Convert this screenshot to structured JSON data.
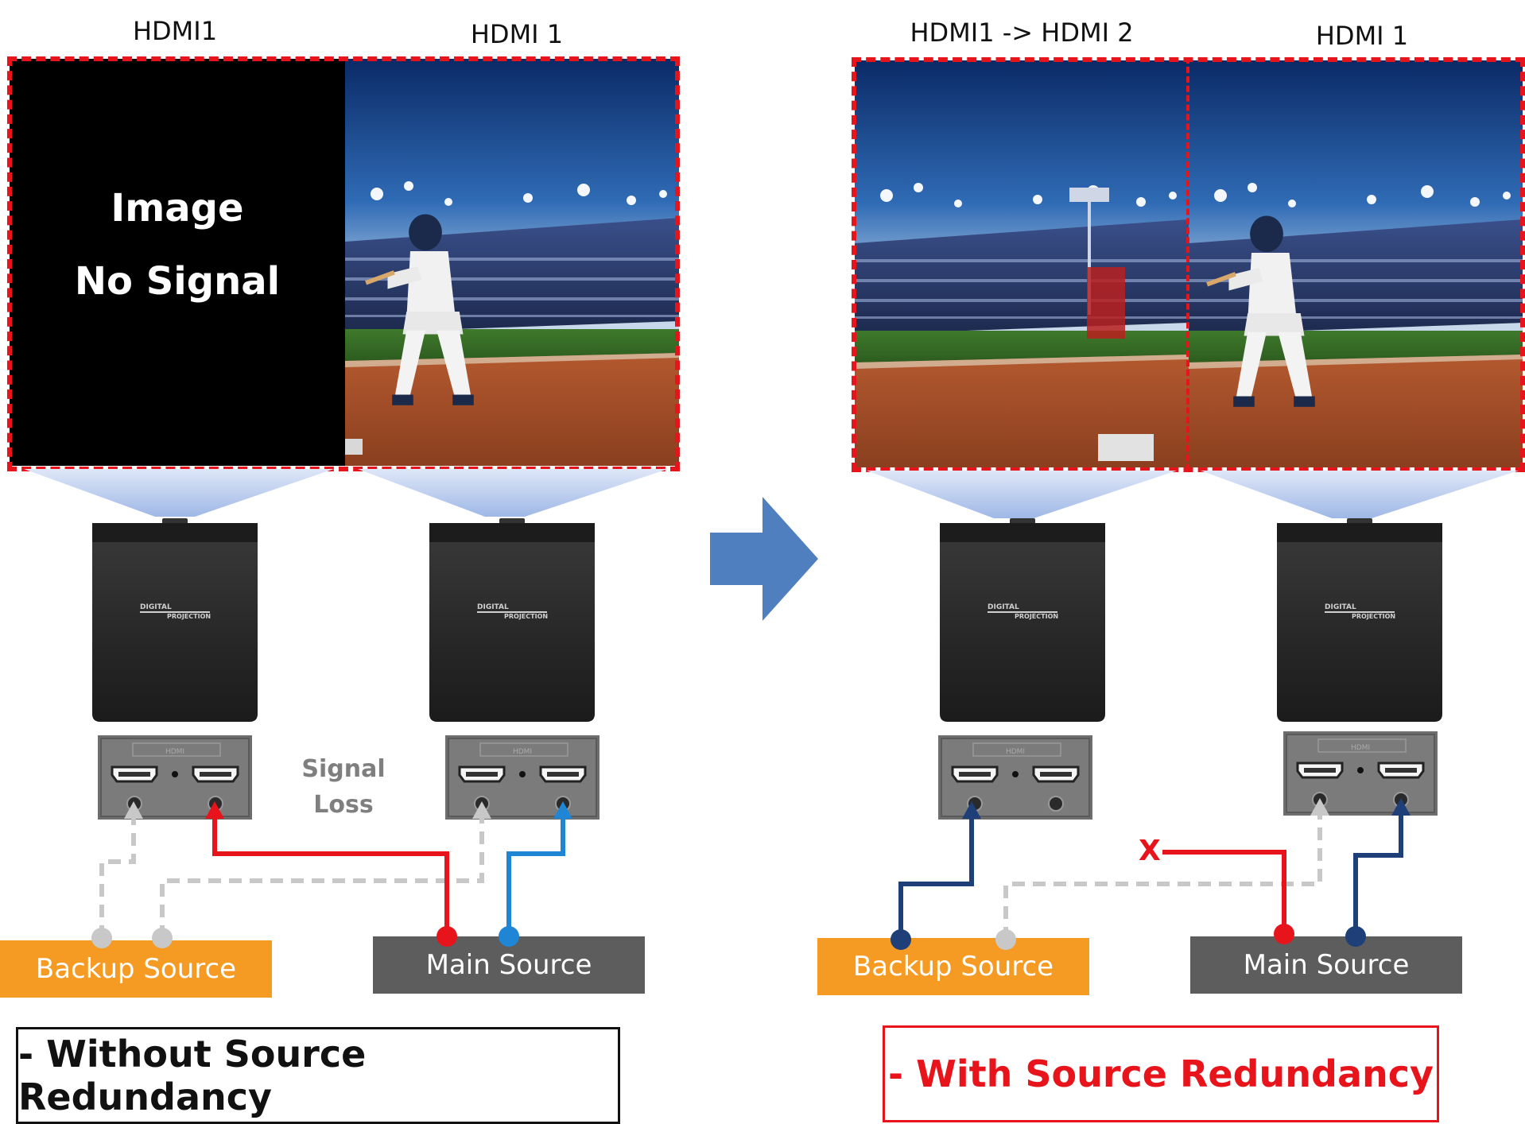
{
  "left": {
    "labels": {
      "screen_a": "HDMI1",
      "screen_b": "HDMI 1"
    },
    "no_signal": {
      "line1": "Image",
      "line2": "No Signal"
    },
    "signal_loss": {
      "line1": "Signal",
      "line2": "Loss"
    },
    "backup_source": "Backup Source",
    "main_source": "Main Source",
    "caption": "- Without Source Redundancy"
  },
  "right": {
    "labels": {
      "screen_a": "HDMI1 -> HDMI 2",
      "screen_b": "HDMI 1"
    },
    "x_mark": "X",
    "backup_source": "Backup Source",
    "main_source": "Main Source",
    "caption": "- With Source Redundancy"
  },
  "projector_brand": {
    "line1": "DIGITAL",
    "line2": "PROJECTION"
  },
  "panel_label": "HDMI",
  "colors": {
    "frame_red": "#e8141c",
    "arrow_blue": "#4f7fbf",
    "backup_orange": "#f59b23",
    "main_gray": "#5d5d5d",
    "wire_gray": "#c8c8c8",
    "wire_blue_light": "#1f86d6",
    "wire_blue_dark": "#1f3f78"
  },
  "icons": [
    "projector-icon",
    "hdmi-port-icon",
    "arrow-right-icon"
  ]
}
